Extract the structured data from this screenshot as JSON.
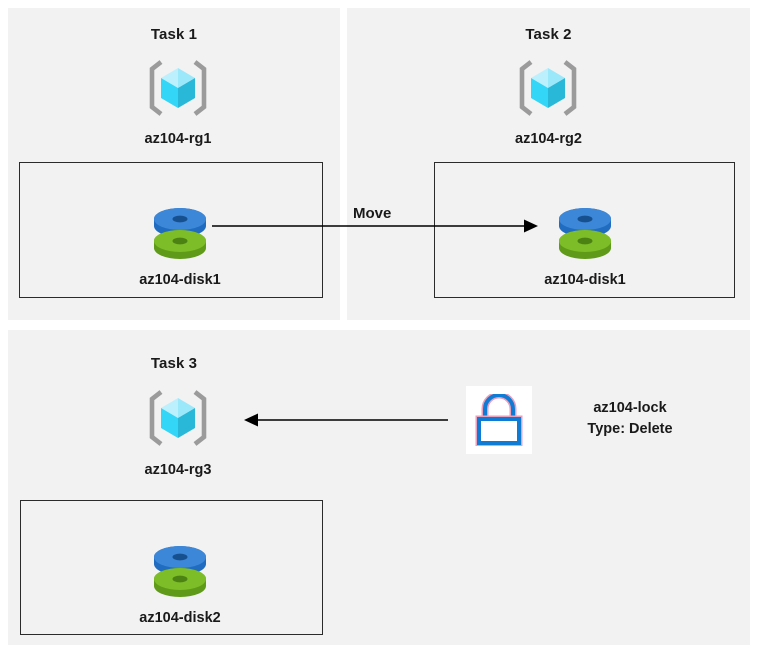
{
  "diagram": {
    "title": "Azure AZ-104 resource group tasks diagram",
    "background": "#ffffff",
    "panel_background": "#f2f2f2",
    "box_border_color": "#2b2b2b",
    "text_color": "#1a1a1a"
  },
  "colors": {
    "cube_light": "#9ce8fb",
    "cube_mid": "#33d6f7",
    "cube_dark": "#29b8d8",
    "cube_pale": "#bdf0fd",
    "bracket_gray": "#9b9b9b",
    "disk_blue_top": "#3d87d8",
    "disk_blue_side": "#1f6cc0",
    "disk_blue_hole": "#17508f",
    "disk_green_top": "#7cbd28",
    "disk_green_side": "#5f9a19",
    "disk_green_hole": "#4c8213",
    "lock_blue": "#0f7bd4",
    "lock_fringe": "#e8a0bd",
    "arrow_black": "#000000"
  },
  "tasks": [
    {
      "title": "Task 1",
      "resource_group": "az104-rg1",
      "resource": "az104-disk1",
      "rg_icon": "resource-group-cube-icon",
      "resource_icon": "managed-disk-icon"
    },
    {
      "title": "Task 2",
      "resource_group": "az104-rg2",
      "resource": "az104-disk1",
      "rg_icon": "resource-group-cube-icon",
      "resource_icon": "managed-disk-icon"
    },
    {
      "title": "Task 3",
      "resource_group": "az104-rg3",
      "resource": "az104-disk2",
      "rg_icon": "resource-group-cube-icon",
      "resource_icon": "managed-disk-icon"
    }
  ],
  "connectors": {
    "move": {
      "label": "Move",
      "direction": "right",
      "from": "az104-disk1 in az104-rg1",
      "to": "az104-rg2"
    },
    "lock": {
      "direction": "left",
      "from": "az104-lock",
      "to": "az104-rg3"
    }
  },
  "lock": {
    "icon": "padlock-icon",
    "name": "az104-lock",
    "type_line": "Type: Delete"
  }
}
